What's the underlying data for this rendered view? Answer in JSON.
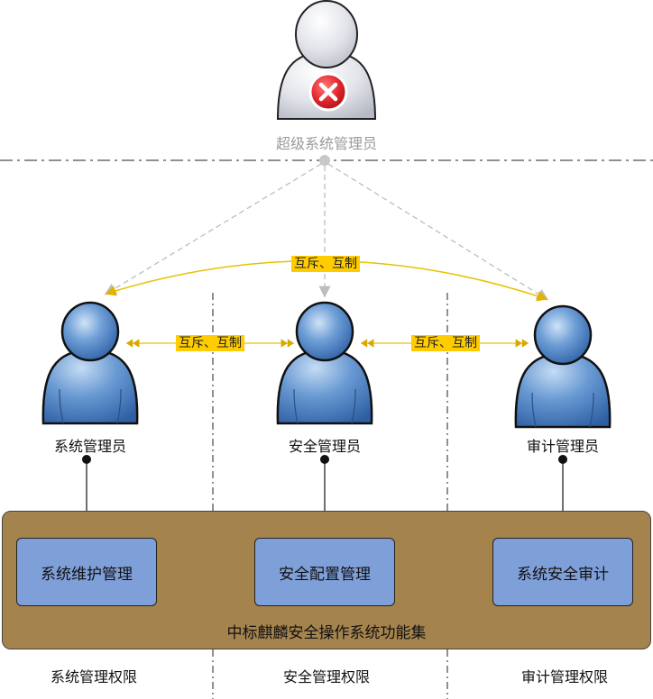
{
  "super_admin": {
    "label": "超级系统管理员"
  },
  "admins": [
    {
      "label": "系统管理员"
    },
    {
      "label": "安全管理员"
    },
    {
      "label": "审计管理员"
    }
  ],
  "relations": {
    "top_arc": "互斥、互制",
    "left_pair": "互斥、互制",
    "right_pair": "互斥、互制"
  },
  "functions": [
    {
      "label": "系统维护管理"
    },
    {
      "label": "安全配置管理"
    },
    {
      "label": "系统安全审计"
    }
  ],
  "panel": {
    "title": "中标麒麟安全操作系统功能集"
  },
  "permissions": [
    {
      "label": "系统管理权限"
    },
    {
      "label": "安全管理权限"
    },
    {
      "label": "审计管理权限"
    }
  ],
  "colors": {
    "user_blue": "#4f86c6",
    "super_gray": "#d9dbe3",
    "panel_brown": "#a5834d",
    "func_blue": "#7f9fd9",
    "tag_yellow": "#ffcc00",
    "arc_yellow": "#e8c200",
    "deny_red": "#e0242b"
  },
  "icons": {
    "super_admin": "user-icon-gray",
    "deny_badge": "x-circle-icon",
    "admin": "user-icon-blue"
  }
}
